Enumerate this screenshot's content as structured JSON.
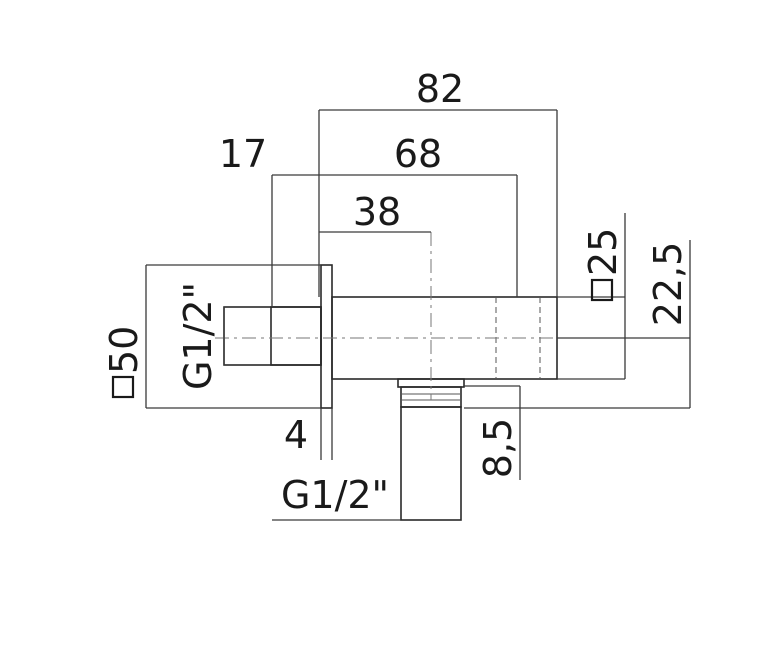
{
  "dimensions": {
    "overall_length": "82",
    "length_to_outlet": "68",
    "length_to_center": "38",
    "inlet_length": "17",
    "plate_thickness": "4",
    "plate_size": "50",
    "body_square": "25",
    "body_height": "22,5",
    "outlet_offset": "8,5",
    "inlet_thread": "G1/2\"",
    "outlet_thread": "G1/2\""
  },
  "colors": {
    "line": "#3a3a3a",
    "text": "#1a1a1a",
    "background": "#ffffff"
  },
  "icons": [
    "square-section-icon"
  ]
}
